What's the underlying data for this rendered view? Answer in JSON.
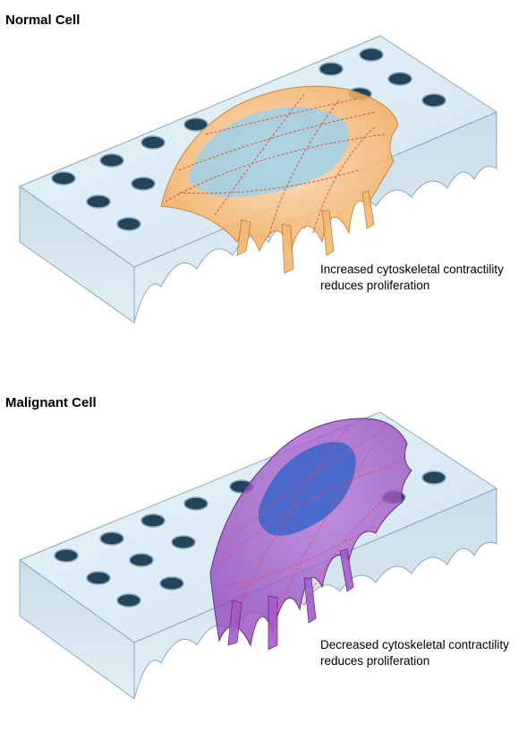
{
  "panels": [
    {
      "title": "Normal Cell",
      "caption_line1": "Increased cytoskeletal contractility",
      "caption_line2": "reduces proliferation",
      "cell_color": "#f7b56b",
      "nucleus_color": "#8fd0f0",
      "fiber_color": "#e0402a"
    },
    {
      "title": "Malignant Cell",
      "caption_line1": "Decreased cytoskeletal contractility",
      "caption_line2": "reduces proliferation",
      "cell_color": "#9b4fc0",
      "nucleus_color": "#2f63c8",
      "fiber_color": "#e04a6a"
    }
  ],
  "substrate_color": "#d6e8f2"
}
